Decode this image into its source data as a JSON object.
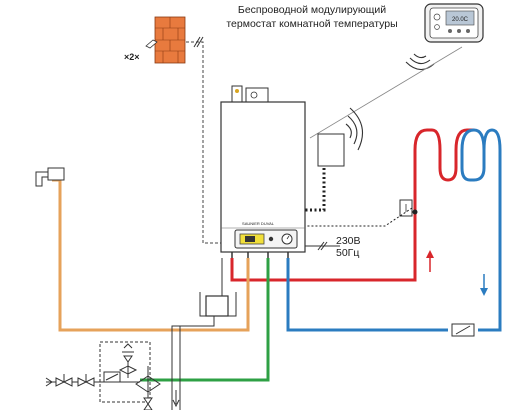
{
  "thermostat": {
    "caption_line1": "Беспроводной модулирующий",
    "caption_line2": "термостат комнатной температуры",
    "display_reading": "20.0C"
  },
  "outdoor_sensor": {
    "label": "×2×"
  },
  "power": {
    "voltage": "230В",
    "frequency": "50Гц"
  },
  "boiler": {
    "brand": "SAUNIER DUVAL"
  },
  "colors": {
    "hot_line": "#d8262b",
    "return_line": "#2b7cc0",
    "dhw_line": "#e6a25a",
    "cold_line": "#2ea044",
    "wire_dotted": "#222222",
    "brick": "#e87a3e",
    "indicator_yellow": "#f1df3a"
  },
  "flow_indicators": {
    "supply": "up-arrow",
    "return": "down-arrow"
  }
}
